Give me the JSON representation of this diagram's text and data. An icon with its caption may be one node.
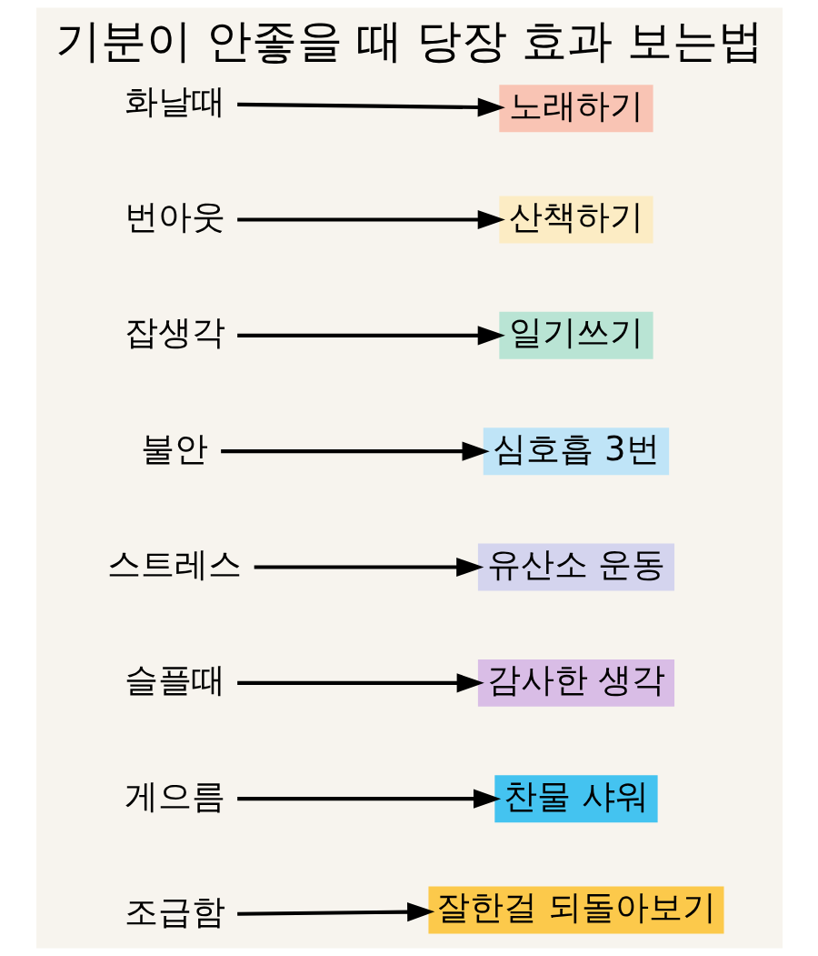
{
  "diagram": {
    "title": "기분이 안좋을 때 당장 효과 보는법",
    "nodes": [
      {
        "text": [
          "화날때"
        ]
      },
      {
        "text": [
          "노래하기"
        ]
      },
      {
        "text": [
          "번아웃"
        ]
      },
      {
        "text": [
          "산책하기"
        ]
      },
      {
        "text": [
          "잡생각"
        ]
      },
      {
        "text": [
          "일기쓰기"
        ]
      },
      {
        "text": [
          "불안"
        ]
      },
      {
        "text": [
          "심호흡 3번"
        ]
      },
      {
        "text": [
          "스트레스"
        ]
      },
      {
        "text": [
          "유산소 운동"
        ]
      },
      {
        "text": [
          "슬플때"
        ]
      },
      {
        "text": [
          "감사한 생각"
        ]
      },
      {
        "text": [
          "게으름"
        ]
      },
      {
        "text": [
          "찬물 샤워"
        ]
      },
      {
        "text": [
          "조급함"
        ]
      },
      {
        "text": [
          "잘한걸 되돌아보기"
        ]
      }
    ],
    "edges": [
      {
        "from": 0,
        "to": 1,
        "arrow": "to"
      },
      {
        "from": 2,
        "to": 3,
        "arrow": "to"
      },
      {
        "from": 4,
        "to": 5,
        "arrow": "to"
      },
      {
        "from": 6,
        "to": 7,
        "arrow": "to"
      },
      {
        "from": 8,
        "to": 9,
        "arrow": "to"
      },
      {
        "from": 10,
        "to": 11,
        "arrow": "to"
      },
      {
        "from": 12,
        "to": 13,
        "arrow": "to"
      },
      {
        "from": 14,
        "to": 15,
        "arrow": "to"
      }
    ]
  }
}
